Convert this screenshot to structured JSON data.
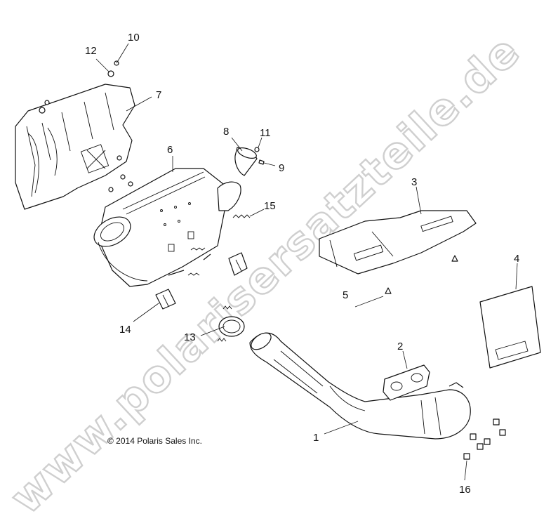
{
  "diagram": {
    "callouts": [
      "1",
      "2",
      "3",
      "4",
      "5",
      "6",
      "7",
      "8",
      "9",
      "10",
      "11",
      "12",
      "13",
      "14",
      "15",
      "16"
    ],
    "copyright": "© 2014 Polaris Sales Inc.",
    "watermark": "www.polarisersatzteile.de"
  }
}
